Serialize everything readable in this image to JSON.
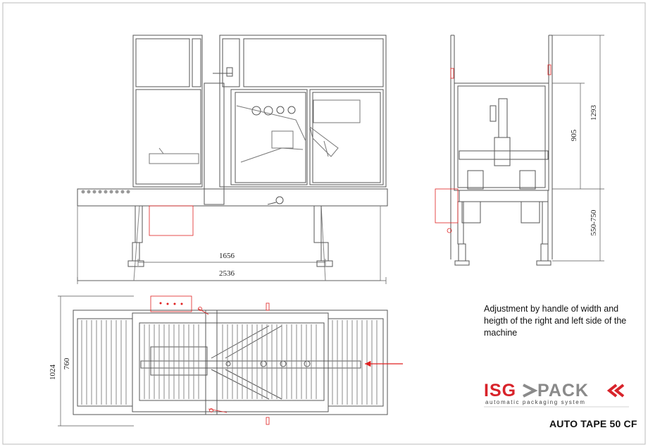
{
  "dimensions": {
    "front_inner_width": "1656",
    "front_total_width": "2536",
    "side_frame_height": "1293",
    "side_inner_height": "905",
    "side_leg_height": "550-750",
    "top_total_width": "1024",
    "top_conveyor_width": "760"
  },
  "note": "Adjustment by handle of width and heigth of the right and left side of the machine",
  "brand": {
    "part1": "ISG",
    "part2": "PACK",
    "tagline": "automatic packaging system"
  },
  "model": "AUTO TAPE 50 CF",
  "colors": {
    "line": "#555555",
    "detail": "#999999",
    "accent": "#e02020",
    "brand_red": "#d8232a",
    "brand_grey": "#8a8a8a"
  }
}
